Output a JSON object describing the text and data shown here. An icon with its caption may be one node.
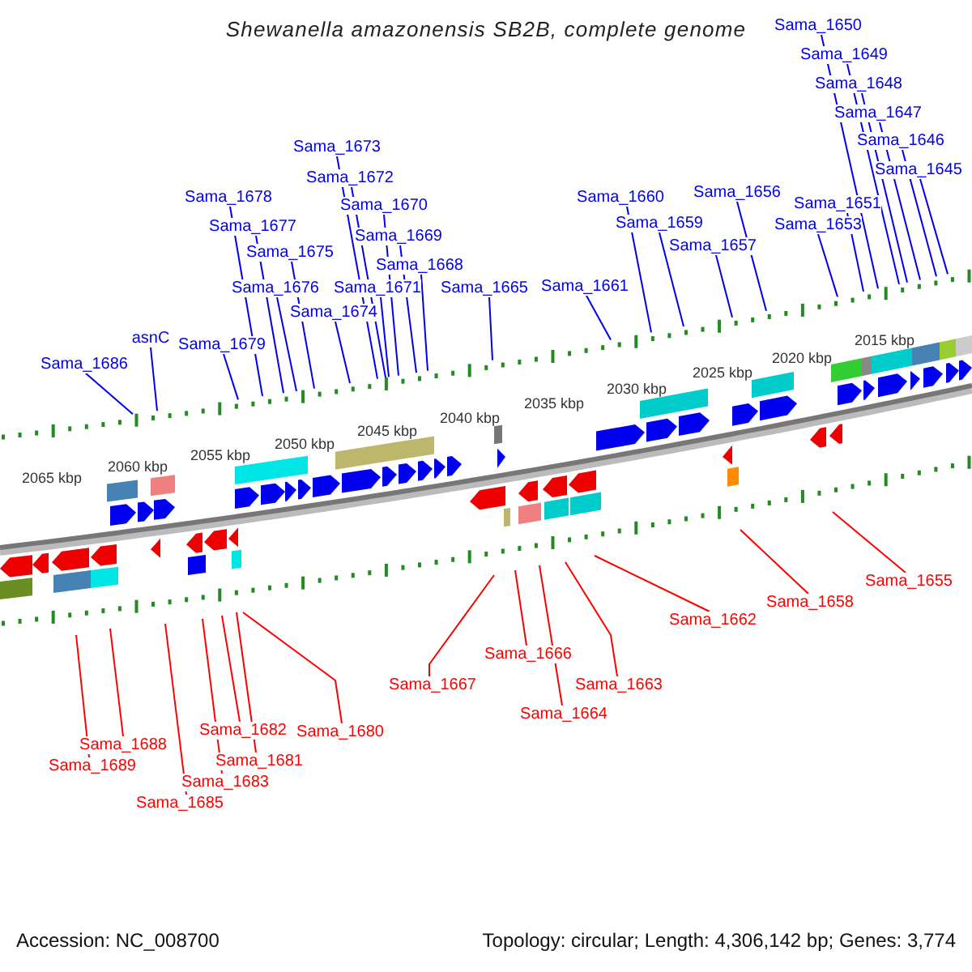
{
  "diagram": {
    "title": "Shewanella amazonensis SB2B, complete genome",
    "nodes": [
      {
        "text": [
          "Sama_1650"
        ]
      },
      {
        "text": [
          "Sama_1649"
        ]
      },
      {
        "text": [
          "Sama_1648"
        ]
      },
      {
        "text": [
          "Sama_1647"
        ]
      },
      {
        "text": [
          "Sama_1646"
        ]
      },
      {
        "text": [
          "Sama_1673"
        ]
      },
      {
        "text": [
          "Sama_1645"
        ]
      },
      {
        "text": [
          "Sama_1672"
        ]
      },
      {
        "text": [
          "Sama_1656"
        ]
      },
      {
        "text": [
          "Sama_1678"
        ]
      },
      {
        "text": [
          "Sama_1660"
        ]
      },
      {
        "text": [
          "Sama_1651"
        ]
      },
      {
        "text": [
          "Sama_1670"
        ]
      },
      {
        "text": [
          "Sama_1659"
        ]
      },
      {
        "text": [
          "Sama_1653"
        ]
      },
      {
        "text": [
          "Sama_1677"
        ]
      },
      {
        "text": [
          "Sama_1669"
        ]
      },
      {
        "text": [
          "Sama_1657"
        ]
      },
      {
        "text": [
          "Sama_1675"
        ]
      },
      {
        "text": [
          "Sama_1668"
        ]
      },
      {
        "text": [
          "Sama_1661"
        ]
      },
      {
        "text": [
          "Sama_1676"
        ]
      },
      {
        "text": [
          "Sama_1671"
        ]
      },
      {
        "text": [
          "Sama_1665"
        ]
      },
      {
        "text": [
          "Sama_1674"
        ]
      },
      {
        "text": [
          "asnC"
        ]
      },
      {
        "text": [
          "Sama_1679"
        ]
      },
      {
        "text": [
          "Sama_1686"
        ]
      },
      {
        "text": [
          "Sama_1655"
        ]
      },
      {
        "text": [
          "Sama_1658"
        ]
      },
      {
        "text": [
          "Sama_1662"
        ]
      },
      {
        "text": [
          "Sama_1666"
        ]
      },
      {
        "text": [
          "Sama_1663"
        ]
      },
      {
        "text": [
          "Sama_1667"
        ]
      },
      {
        "text": [
          "Sama_1664"
        ]
      },
      {
        "text": [
          "Sama_1682"
        ]
      },
      {
        "text": [
          "Sama_1680"
        ]
      },
      {
        "text": [
          "Sama_1688"
        ]
      },
      {
        "text": [
          "Sama_1681"
        ]
      },
      {
        "text": [
          "Sama_1689"
        ]
      },
      {
        "text": [
          "Sama_1683"
        ]
      },
      {
        "text": [
          "Sama_1685"
        ]
      }
    ],
    "edges": [
      {
        "from": 0,
        "to": null,
        "arrow": "none"
      },
      {
        "from": 1,
        "to": null,
        "arrow": "none"
      },
      {
        "from": 2,
        "to": null,
        "arrow": "none"
      },
      {
        "from": 3,
        "to": null,
        "arrow": "none"
      },
      {
        "from": 4,
        "to": null,
        "arrow": "none"
      },
      {
        "from": 5,
        "to": null,
        "arrow": "none"
      },
      {
        "from": 6,
        "to": null,
        "arrow": "none"
      },
      {
        "from": 7,
        "to": null,
        "arrow": "none"
      },
      {
        "from": 8,
        "to": null,
        "arrow": "none"
      },
      {
        "from": 9,
        "to": null,
        "arrow": "none"
      },
      {
        "from": 10,
        "to": null,
        "arrow": "none"
      },
      {
        "from": 11,
        "to": null,
        "arrow": "none"
      },
      {
        "from": 12,
        "to": null,
        "arrow": "none"
      },
      {
        "from": 13,
        "to": null,
        "arrow": "none"
      },
      {
        "from": 14,
        "to": null,
        "arrow": "none"
      },
      {
        "from": 15,
        "to": null,
        "arrow": "none"
      },
      {
        "from": 16,
        "to": null,
        "arrow": "none"
      },
      {
        "from": 17,
        "to": null,
        "arrow": "none"
      },
      {
        "from": 18,
        "to": null,
        "arrow": "none"
      },
      {
        "from": 19,
        "to": null,
        "arrow": "none"
      },
      {
        "from": 20,
        "to": null,
        "arrow": "none"
      },
      {
        "from": 21,
        "to": null,
        "arrow": "none"
      },
      {
        "from": 22,
        "to": null,
        "arrow": "none"
      },
      {
        "from": 23,
        "to": null,
        "arrow": "none"
      },
      {
        "from": 24,
        "to": null,
        "arrow": "none"
      },
      {
        "from": 25,
        "to": null,
        "arrow": "none"
      },
      {
        "from": 26,
        "to": null,
        "arrow": "none"
      },
      {
        "from": 27,
        "to": null,
        "arrow": "none"
      },
      {
        "from": 28,
        "to": null,
        "arrow": "none",
        "color": "#ff0000"
      },
      {
        "from": 29,
        "to": null,
        "arrow": "none",
        "color": "#ff0000"
      },
      {
        "from": 30,
        "to": null,
        "arrow": "none",
        "color": "#ff0000"
      },
      {
        "from": 31,
        "to": null,
        "arrow": "none",
        "color": "#ff0000"
      },
      {
        "from": 32,
        "to": null,
        "arrow": "none",
        "color": "#ff0000"
      },
      {
        "from": 33,
        "to": null,
        "arrow": "none",
        "color": "#ff0000"
      },
      {
        "from": 34,
        "to": null,
        "arrow": "none",
        "color": "#ff0000"
      },
      {
        "from": 35,
        "to": null,
        "arrow": "none",
        "color": "#ff0000"
      },
      {
        "from": 36,
        "to": null,
        "arrow": "none",
        "color": "#ff0000"
      },
      {
        "from": 37,
        "to": null,
        "arrow": "none",
        "color": "#ff0000"
      },
      {
        "from": 38,
        "to": null,
        "arrow": "none",
        "color": "#ff0000"
      },
      {
        "from": 39,
        "to": null,
        "arrow": "none",
        "color": "#ff0000"
      },
      {
        "from": 40,
        "to": null,
        "arrow": "none",
        "color": "#ff0000"
      },
      {
        "from": 41,
        "to": null,
        "arrow": "none",
        "color": "#ff0000"
      }
    ],
    "labels": [
      "2065 kbp",
      "2060 kbp",
      "2055 kbp",
      "2050 kbp",
      "2045 kbp",
      "2040 kbp",
      "2035 kbp",
      "2030 kbp",
      "2025 kbp",
      "2020 kbp",
      "2015 kbp",
      "Accession: NC_008700",
      "Topology: circular; Length: 4,306,142 bp; Genes: 3,774"
    ]
  }
}
